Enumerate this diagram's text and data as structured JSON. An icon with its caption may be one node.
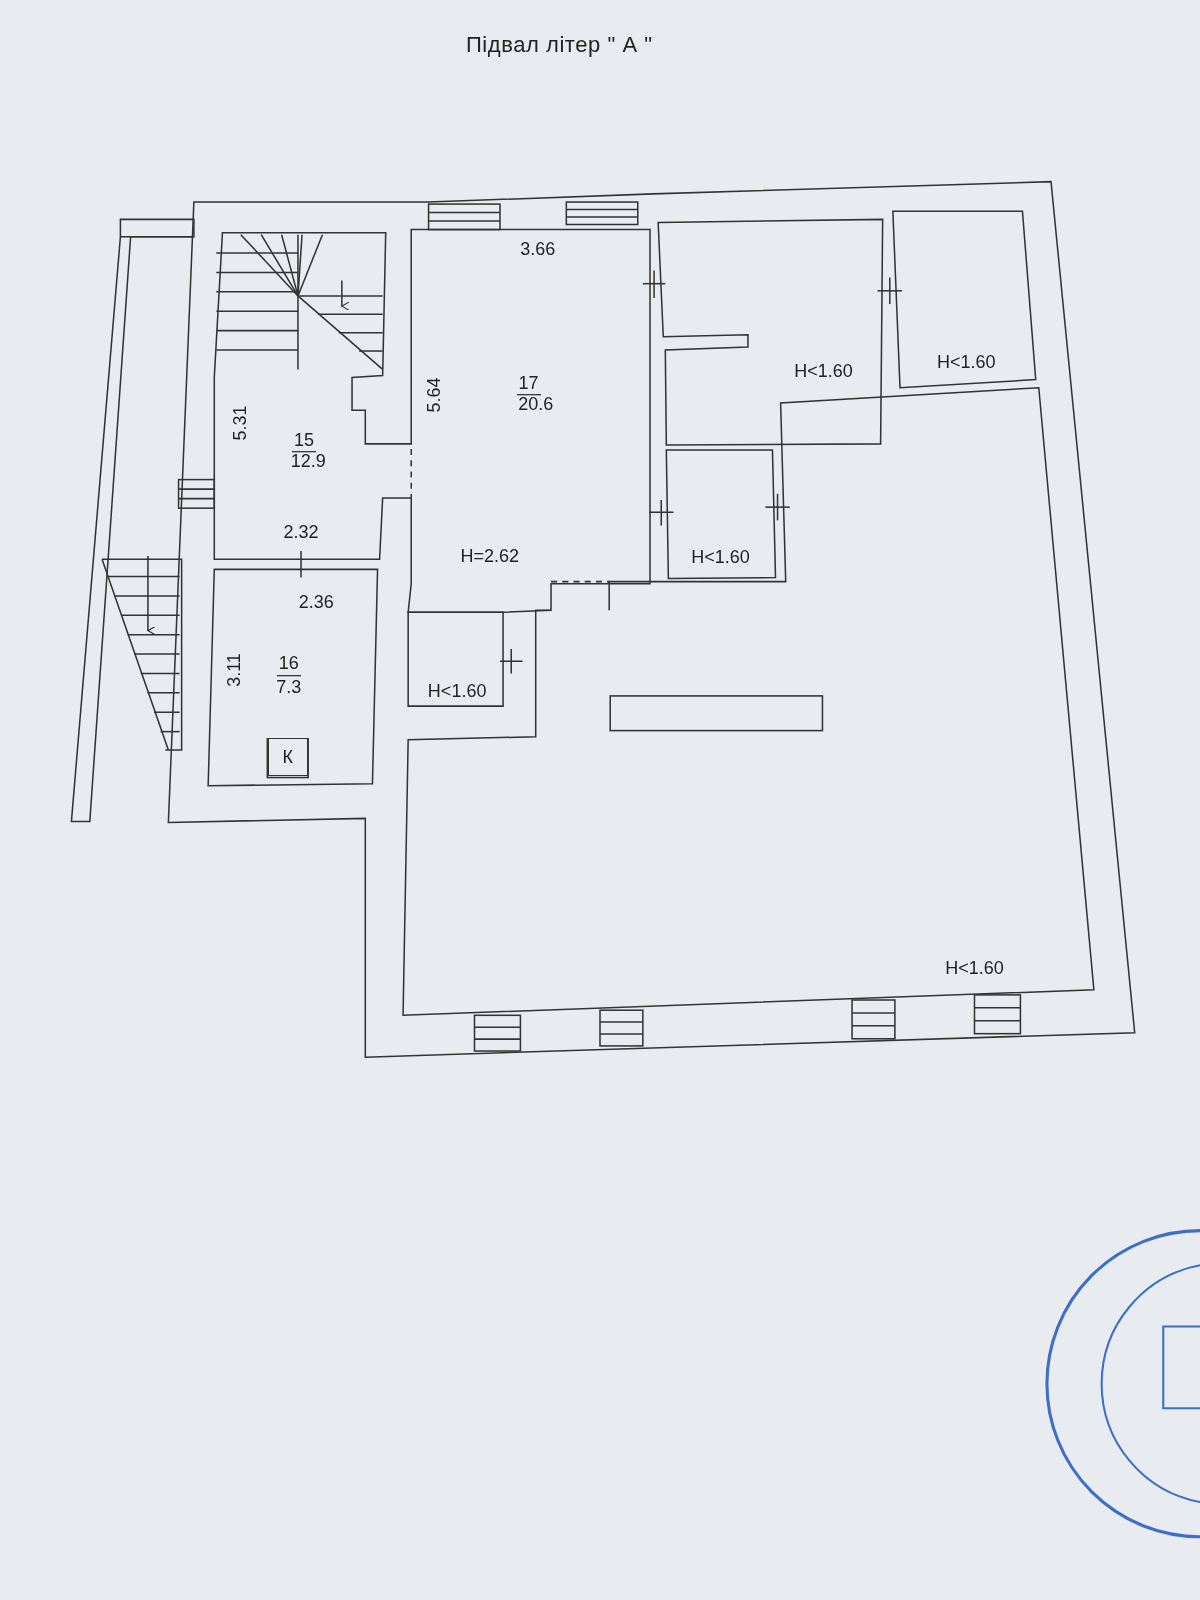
{
  "diagram": {
    "title": "Підвал літер \" А \"",
    "nodes": [
      {
        "text": [
          "К"
        ]
      }
    ],
    "labels": [
      "3.66",
      "H<1.60",
      "H<1.60",
      "17",
      "20.6",
      "5.64",
      "5.31",
      "15",
      "12.9",
      "2.32",
      "H=2.62",
      "H<1.60",
      "2.36",
      "16",
      "3.11",
      "7.3",
      "H<1.60",
      "H<1.60"
    ]
  }
}
